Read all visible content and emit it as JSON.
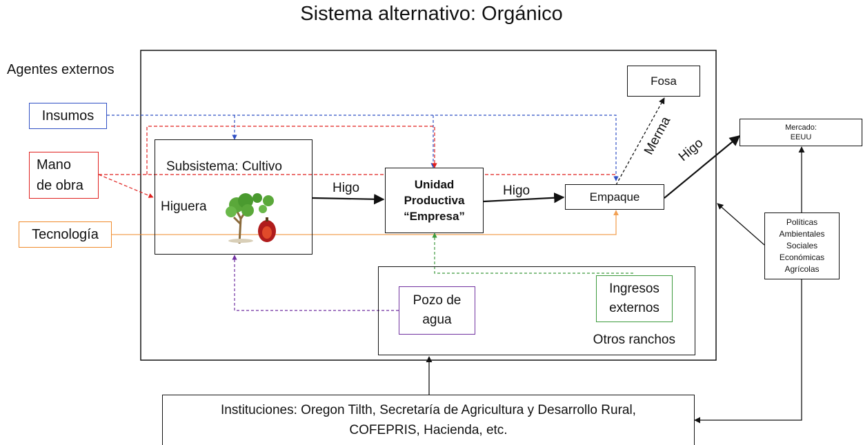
{
  "title": "Sistema alternativo: Orgánico",
  "external_agents_label": "Agentes externos",
  "inputs": {
    "insumos": "Insumos",
    "mano_de_obra": [
      "Mano",
      "de obra"
    ],
    "tecnologia": "Tecnología"
  },
  "subsystem": {
    "title": "Subsistema: Cultivo",
    "crop": "Higuera"
  },
  "unit": [
    "Unidad",
    "Productiva",
    "“Empresa”"
  ],
  "packing": "Empaque",
  "pit": "Fosa",
  "market": [
    "Mercado:",
    "EEUU"
  ],
  "policies": [
    "Políticas",
    "Ambientales",
    "Sociales",
    "Económicas",
    "Agrícolas"
  ],
  "flows": {
    "higo_1": "Higo",
    "higo_2": "Higo",
    "higo_3": "Higo",
    "merma": "Merma"
  },
  "other_ranches": {
    "label": "Otros ranchos",
    "well": [
      "Pozo de",
      "agua"
    ],
    "external_income": [
      "Ingresos",
      "externos"
    ]
  },
  "institutions": [
    "Instituciones: Oregon Tilth, Secretaría de Agricultura y Desarrollo Rural,",
    "COFEPRIS, Hacienda, etc."
  ],
  "colors": {
    "insumos": "#2f4fc4",
    "mano_de_obra": "#e0201e",
    "tecnologia": "#f08a2a",
    "pozo": "#7030a0",
    "ingresos": "#3c9a3c"
  }
}
